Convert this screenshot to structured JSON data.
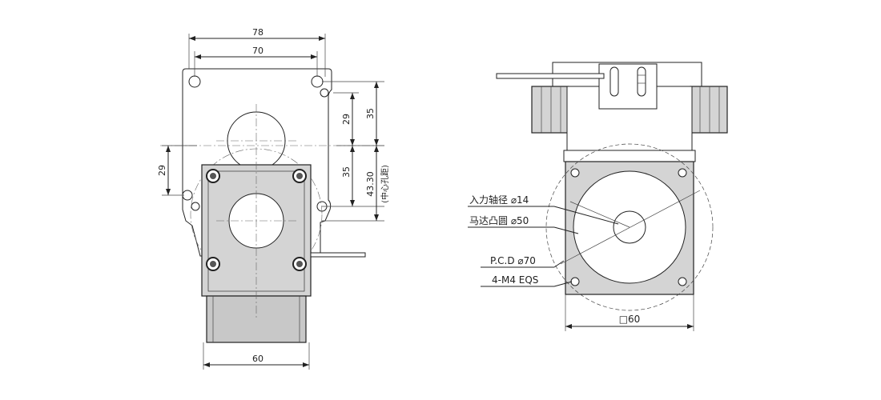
{
  "left_view": {
    "dim_outer_width": "78",
    "dim_hole_spacing": "70",
    "dim_upper_hole_offset": "29",
    "dim_upper_to_center": "35",
    "dim_lower_to_center": "35",
    "dim_center_distance": "43.30",
    "dim_center_distance_note": "(中心孔距)",
    "dim_left_offset": "29",
    "dim_motor_width": "60"
  },
  "right_view": {
    "callout_shaft_diameter": "入力轴径 ⌀14",
    "callout_motor_boss": "马达凸圆 ⌀50",
    "callout_pcd": "P.C.D ⌀70",
    "callout_mount_holes": "4-M4 EQS",
    "dim_flange_square": "□60"
  }
}
